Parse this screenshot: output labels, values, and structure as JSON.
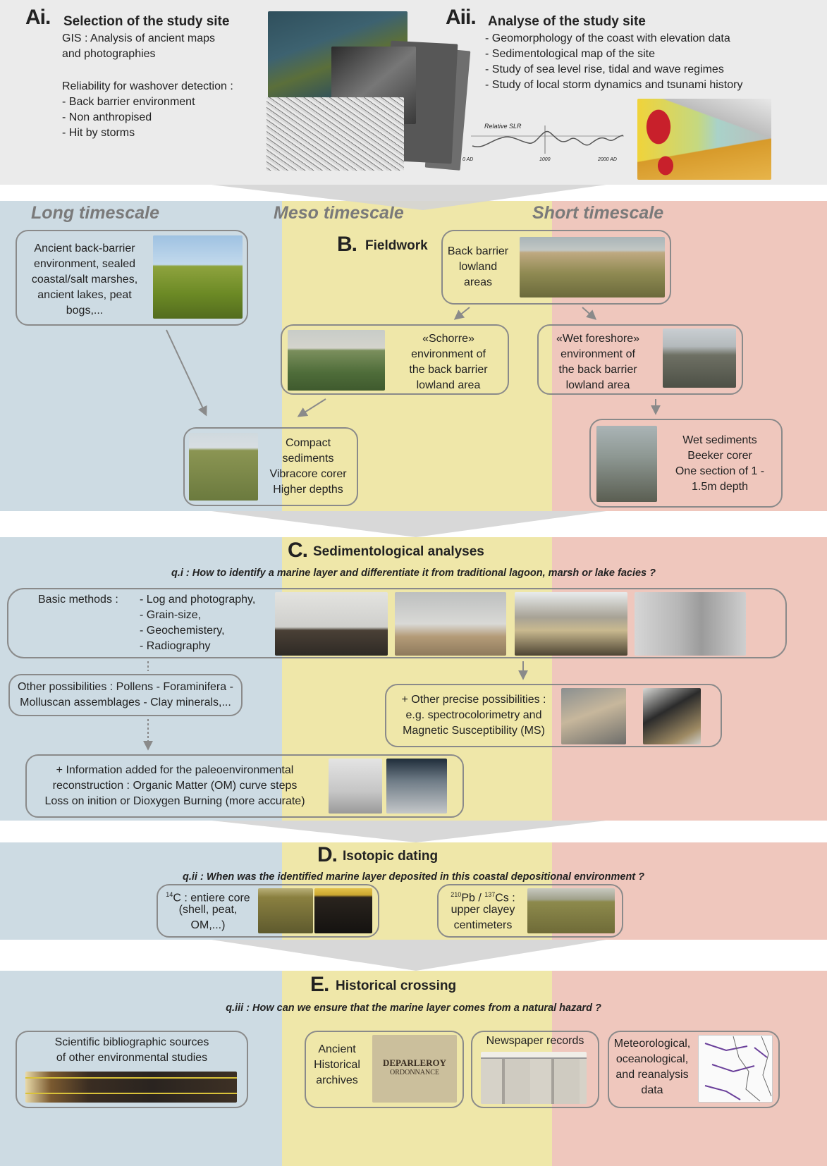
{
  "sectionA": {
    "ai": {
      "letter": "Ai.",
      "title": "Selection of the study site",
      "gis": "GIS : Analysis of ancient maps",
      "gis2": "and photographies",
      "reliability": "Reliability for washover detection :",
      "items": [
        "- Back barrier environment",
        "- Non anthropised",
        "- Hit by storms"
      ]
    },
    "aii": {
      "letter": "Aii.",
      "title": "Analyse of the study site",
      "items": [
        "- Geomorphology of the coast with elevation data",
        "- Sedimentological map of the site",
        "- Study of sea level rise, tidal and wave regimes",
        "- Study of local storm dynamics and tsunami history"
      ],
      "slr_label": "Relative SLR",
      "slr_ticks": [
        "0 AD",
        "1000",
        "2000 AD"
      ]
    }
  },
  "timescales": {
    "long": "Long timescale",
    "meso": "Meso timescale",
    "short": "Short timescale"
  },
  "sectionB": {
    "letter": "B.",
    "title": "Fieldwork",
    "long_box": [
      "Ancient back-barrier",
      "environment, sealed",
      "coastal/salt marshes,",
      "ancient lakes, peat",
      "bogs,..."
    ],
    "back_barrier": [
      "Back barrier",
      "lowland",
      "areas"
    ],
    "schorre": [
      "«Schorre»",
      "environment of",
      "the back barrier",
      "lowland area"
    ],
    "wet_foreshore": [
      "«Wet foreshore»",
      "environment of",
      "the back barrier",
      "lowland area"
    ],
    "compact": [
      "Compact",
      "sediments",
      "Vibracore corer",
      "Higher depths"
    ],
    "wet_sed": [
      "Wet sediments",
      "Beeker corer",
      "One section of 1 -",
      "1.5m depth"
    ]
  },
  "sectionC": {
    "letter": "C.",
    "title": "Sedimentological analyses",
    "question": "q.i : How to identify a marine layer and differentiate it from traditional lagoon, marsh or lake facies ?",
    "basic_label": "Basic methods :",
    "basic_items": [
      "- Log and photography,",
      "- Grain-size,",
      "- Geochemistery,",
      "- Radiography"
    ],
    "other": [
      "Other possibilities : Pollens - Foraminifera -",
      "Molluscan assemblages - Clay minerals,..."
    ],
    "precise": [
      "+ Other precise possibilities :",
      "e.g. spectrocolorimetry and",
      "Magnetic Susceptibility (MS)"
    ],
    "info": [
      "+ Information added for the paleoenvironmental",
      "reconstruction : Organic Matter (OM) curve steps",
      "Loss on inition or Dioxygen Burning (more accurate)"
    ]
  },
  "sectionD": {
    "letter": "D.",
    "title": "Isotopic dating",
    "question": "q.ii : When was the identified marine layer deposited in this coastal depositional environment ?",
    "c14_sup": "14",
    "c14_rest": "C : entiere core",
    "c14_lines": [
      "(shell, peat,",
      "OM,...)"
    ],
    "pb_sup1": "210",
    "pb_mid": "Pb / ",
    "pb_sup2": "137",
    "pb_rest": "Cs :",
    "pb_lines": [
      "upper clayey",
      "centimeters"
    ]
  },
  "sectionE": {
    "letter": "E.",
    "title": "Historical crossing",
    "question": "q.iii : How can we ensure that the marine layer comes from a natural hazard ?",
    "sci": [
      "Scientific bibliographic sources",
      "of other environmental studies"
    ],
    "archives": [
      "Ancient",
      "Historical",
      "archives"
    ],
    "archive_doc": [
      "DEPARLEROY",
      "ORDONNANCE"
    ],
    "newspaper": "Newspaper records",
    "meteo": [
      "Meteorological,",
      "oceanological,",
      "and reanalysis",
      "data"
    ]
  },
  "colors": {
    "blue": "#cddbe3",
    "yellow": "#efe7a9",
    "red": "#efc7bd",
    "grey": "#e9e9e9",
    "border": "#8a8a8a"
  }
}
